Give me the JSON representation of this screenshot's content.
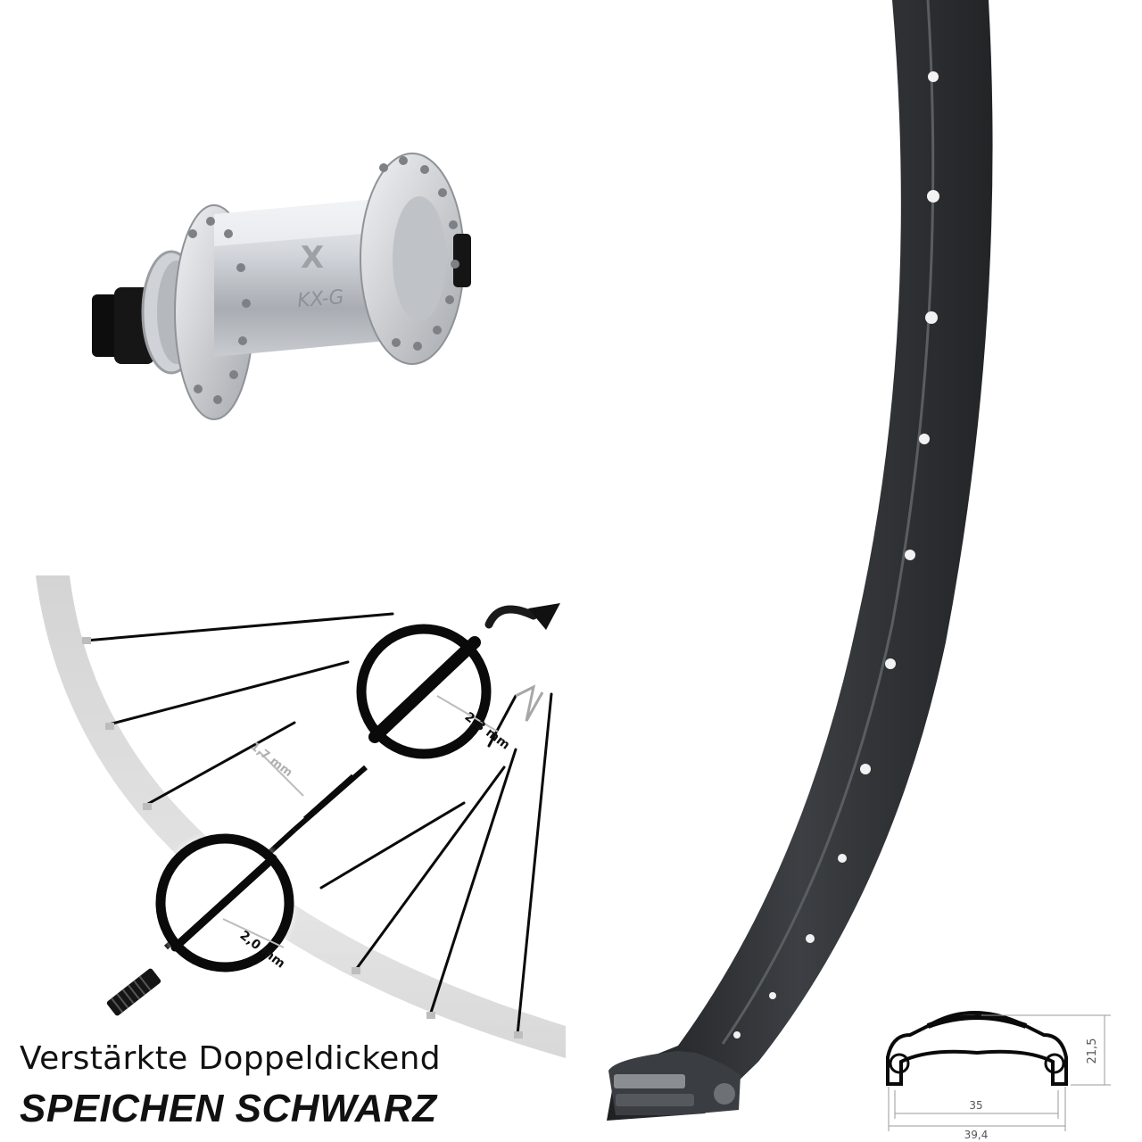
{
  "hub": {
    "label": "KX-G",
    "logo": "X"
  },
  "spoke_callouts": {
    "thick_end": "2,3 mm",
    "middle": "1,7 mm",
    "thin_end": "2,0 mm"
  },
  "rim_profile": {
    "height": "21,5",
    "inner_width": "35",
    "outer_width": "39,4"
  },
  "caption": {
    "line1": "Verstärkte Doppeldickend",
    "line2": "SPEICHEN SCHWARZ"
  },
  "colors": {
    "rim": "#2e3033",
    "hub": "#c9ccd1",
    "spokes": "#0a0a0a",
    "rim_arc": "#d8d8d8"
  }
}
